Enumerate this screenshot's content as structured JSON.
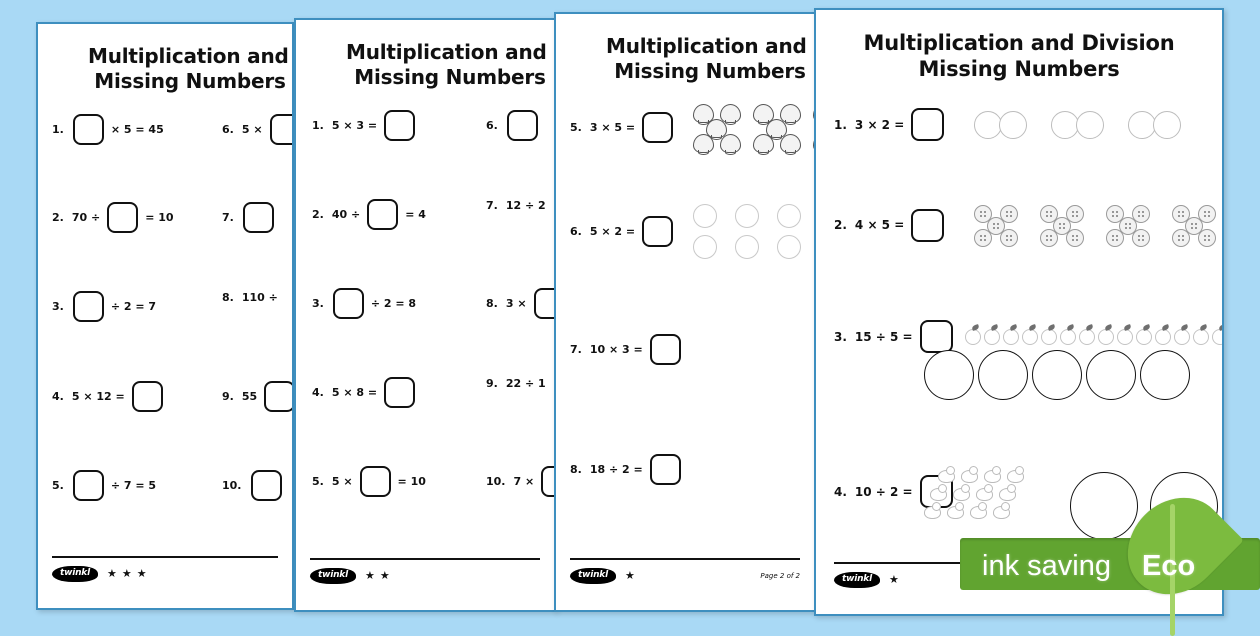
{
  "background_color": "#a9d9f5",
  "sheets": [
    {
      "id": "sheet-1",
      "title_line1": "Multiplication and Division",
      "title_line2": "Missing Numbers",
      "difficulty_stars": 3,
      "star_glyph": "★",
      "logo_text": "twinkl",
      "page_label": "",
      "questions": [
        {
          "num": "1.",
          "pre": "",
          "post": "× 5 = 45"
        },
        {
          "num": "2.",
          "pre": "70 ÷",
          "post": "= 10"
        },
        {
          "num": "3.",
          "pre": "",
          "post": "÷ 2 = 7"
        },
        {
          "num": "4.",
          "pre": "5 × 12 =",
          "post": ""
        },
        {
          "num": "5.",
          "pre": "",
          "post": "÷ 7 = 5"
        },
        {
          "num": "6.",
          "pre": "5 ×",
          "post": ""
        },
        {
          "num": "7.",
          "pre": "",
          "post": ""
        },
        {
          "num": "8.",
          "pre": "110 ÷",
          "post": ""
        },
        {
          "num": "9.",
          "pre": "55",
          "post": ""
        },
        {
          "num": "10.",
          "pre": "",
          "post": ""
        }
      ]
    },
    {
      "id": "sheet-2",
      "title_line1": "Multiplication and Division",
      "title_line2": "Missing Numbers",
      "difficulty_stars": 2,
      "star_glyph": "★",
      "logo_text": "twinkl",
      "page_label": "",
      "questions": [
        {
          "num": "1.",
          "pre": "5 × 3 =",
          "post": ""
        },
        {
          "num": "2.",
          "pre": "40 ÷",
          "post": "= 4"
        },
        {
          "num": "3.",
          "pre": "",
          "post": "÷ 2 = 8"
        },
        {
          "num": "4.",
          "pre": "5 × 8 =",
          "post": ""
        },
        {
          "num": "5.",
          "pre": "5 ×",
          "post": "= 10"
        },
        {
          "num": "6.",
          "pre": "",
          "post": ""
        },
        {
          "num": "7.",
          "pre": "12 ÷ 2",
          "post": ""
        },
        {
          "num": "8.",
          "pre": "3 ×",
          "post": ""
        },
        {
          "num": "9.",
          "pre": "22 ÷ 1",
          "post": ""
        },
        {
          "num": "10.",
          "pre": "7 ×",
          "post": ""
        }
      ]
    },
    {
      "id": "sheet-3",
      "title_line1": "Multiplication and Division",
      "title_line2": "Missing Numbers",
      "difficulty_stars": 1,
      "star_glyph": "★",
      "logo_text": "twinkl",
      "page_label": "Page 2 of 2",
      "questions": [
        {
          "num": "5.",
          "pre": "3 × 5 =",
          "post": "",
          "counters": "shells"
        },
        {
          "num": "6.",
          "pre": "5 × 2 =",
          "post": "",
          "counters": "circles"
        },
        {
          "num": "7.",
          "pre": "10 × 3 =",
          "post": "",
          "counters": "none"
        },
        {
          "num": "8.",
          "pre": "18 ÷ 2 =",
          "post": "",
          "counters": "none"
        }
      ]
    },
    {
      "id": "sheet-4",
      "title_line1": "Multiplication and Division",
      "title_line2": "Missing Numbers",
      "difficulty_stars": 1,
      "star_glyph": "★",
      "logo_text": "twinkl",
      "page_label": "",
      "questions": [
        {
          "num": "1.",
          "pre": "3 × 2 =",
          "post": "",
          "counters": "circle-pairs"
        },
        {
          "num": "2.",
          "pre": "4 × 5 =",
          "post": "",
          "counters": "buttons"
        },
        {
          "num": "3.",
          "pre": "15 ÷ 5 =",
          "post": "",
          "counters": "apples-and-rings"
        },
        {
          "num": "4.",
          "pre": "10 ÷ 2 =",
          "post": "",
          "counters": "ducks-and-rings"
        }
      ]
    }
  ],
  "eco_badge": {
    "text": "ink saving",
    "word": "Eco",
    "bar_color": "#61a430",
    "leaf_color": "#7cbb3f"
  }
}
